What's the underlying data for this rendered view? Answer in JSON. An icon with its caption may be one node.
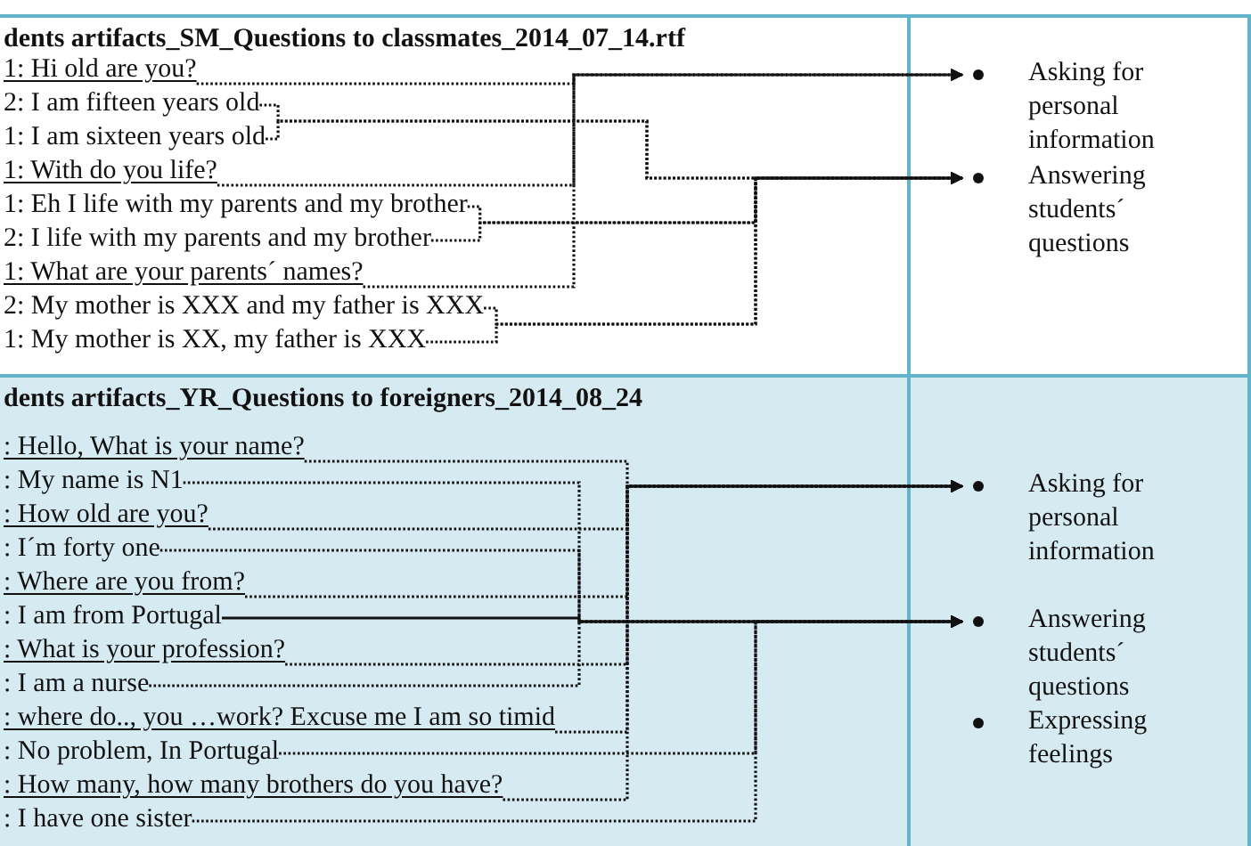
{
  "diagram": {
    "nodes": [
      {
        "text": [
          "dents artifacts_SM_Questions to classmates_2014_07_14.rtf"
        ]
      },
      {
        "text": [
          "1: Hi old are you?"
        ],
        "in": 0
      },
      {
        "text": [
          "2: I am fifteen years old"
        ],
        "in": 0
      },
      {
        "text": [
          "1: I am sixteen years old"
        ],
        "in": 0
      },
      {
        "text": [
          "1: With do you life?"
        ],
        "in": 0
      },
      {
        "text": [
          "1: Eh I life with my parents and my brother"
        ],
        "in": 0
      },
      {
        "text": [
          "2: I life with my parents and my brother"
        ],
        "in": 0
      },
      {
        "text": [
          "1: What are your parents´ names?"
        ],
        "in": 0
      },
      {
        "text": [
          "2: My mother is XXX and my father is XXX"
        ],
        "in": 0
      },
      {
        "text": [
          "1: My mother is XX, my father is XXX"
        ],
        "in": 0
      },
      {
        "text": [],
        "shape": "box"
      },
      {
        "text": [
          "Asking for personal information"
        ],
        "in": 10
      },
      {
        "text": [
          "Answering students´ questions"
        ],
        "in": 10
      },
      {
        "text": [
          "dents artifacts_YR_Questions to foreigners_2014_08_24"
        ]
      },
      {
        "text": [
          ": Hello, What is your name?"
        ],
        "in": 13
      },
      {
        "text": [
          ": My name is N1"
        ],
        "in": 13
      },
      {
        "text": [
          ": How old are you?"
        ],
        "in": 13
      },
      {
        "text": [
          ": I´m forty one"
        ],
        "in": 13
      },
      {
        "text": [
          ": Where are you from?"
        ],
        "in": 13
      },
      {
        "text": [
          ": I am from Portugal"
        ],
        "in": 13
      },
      {
        "text": [
          ": What is your profession?"
        ],
        "in": 13
      },
      {
        "text": [
          ": I am a nurse"
        ],
        "in": 13
      },
      {
        "text": [
          ": where do.., you …work? Excuse me I am so timid"
        ],
        "in": 13
      },
      {
        "text": [
          ": No problem, In Portugal"
        ],
        "in": 13
      },
      {
        "text": [
          ": How many, how many brothers do you have?"
        ],
        "in": 13
      },
      {
        "text": [
          ": I have one sister"
        ],
        "in": 13
      },
      {
        "text": [],
        "shape": "box"
      },
      {
        "text": [
          "Asking for personal information"
        ],
        "in": 26
      },
      {
        "text": [
          "Answering students´ questions"
        ],
        "in": 26
      },
      {
        "text": [
          "Expressing feelings"
        ],
        "in": 26
      }
    ],
    "edges": [
      {
        "from": 1,
        "to": 11,
        "arrow": "to",
        "style": "dashed"
      },
      {
        "from": 4,
        "to": 11,
        "arrow": "to",
        "style": "dashed"
      },
      {
        "from": 7,
        "to": 11,
        "arrow": "to",
        "style": "dashed"
      },
      {
        "from": 2,
        "to": 12,
        "arrow": "to",
        "style": "dashed"
      },
      {
        "from": 3,
        "to": 12,
        "arrow": "to",
        "style": "dashed"
      },
      {
        "from": 5,
        "to": 12,
        "arrow": "to",
        "style": "dashed"
      },
      {
        "from": 6,
        "to": 12,
        "arrow": "to",
        "style": "dashed"
      },
      {
        "from": 8,
        "to": 12,
        "arrow": "to",
        "style": "dashed"
      },
      {
        "from": 9,
        "to": 12,
        "arrow": "to",
        "style": "dashed"
      },
      {
        "from": 14,
        "to": 27,
        "arrow": "to",
        "style": "dashed"
      },
      {
        "from": 16,
        "to": 27,
        "arrow": "to",
        "style": "dashed"
      },
      {
        "from": 18,
        "to": 27,
        "arrow": "to",
        "style": "dashed"
      },
      {
        "from": 20,
        "to": 27,
        "arrow": "to",
        "style": "dashed"
      },
      {
        "from": 22,
        "to": 27,
        "arrow": "to",
        "style": "dashed"
      },
      {
        "from": 24,
        "to": 27,
        "arrow": "to",
        "style": "dashed"
      },
      {
        "from": 15,
        "to": 28,
        "arrow": "to",
        "style": "dashed"
      },
      {
        "from": 17,
        "to": 28,
        "arrow": "to",
        "style": "dashed"
      },
      {
        "from": 19,
        "to": 28,
        "arrow": "to"
      },
      {
        "from": 21,
        "to": 28,
        "arrow": "to",
        "style": "dashed"
      },
      {
        "from": 23,
        "to": 28,
        "arrow": "to",
        "style": "dashed"
      },
      {
        "from": 25,
        "to": 28,
        "arrow": "to",
        "style": "dashed"
      }
    ]
  }
}
